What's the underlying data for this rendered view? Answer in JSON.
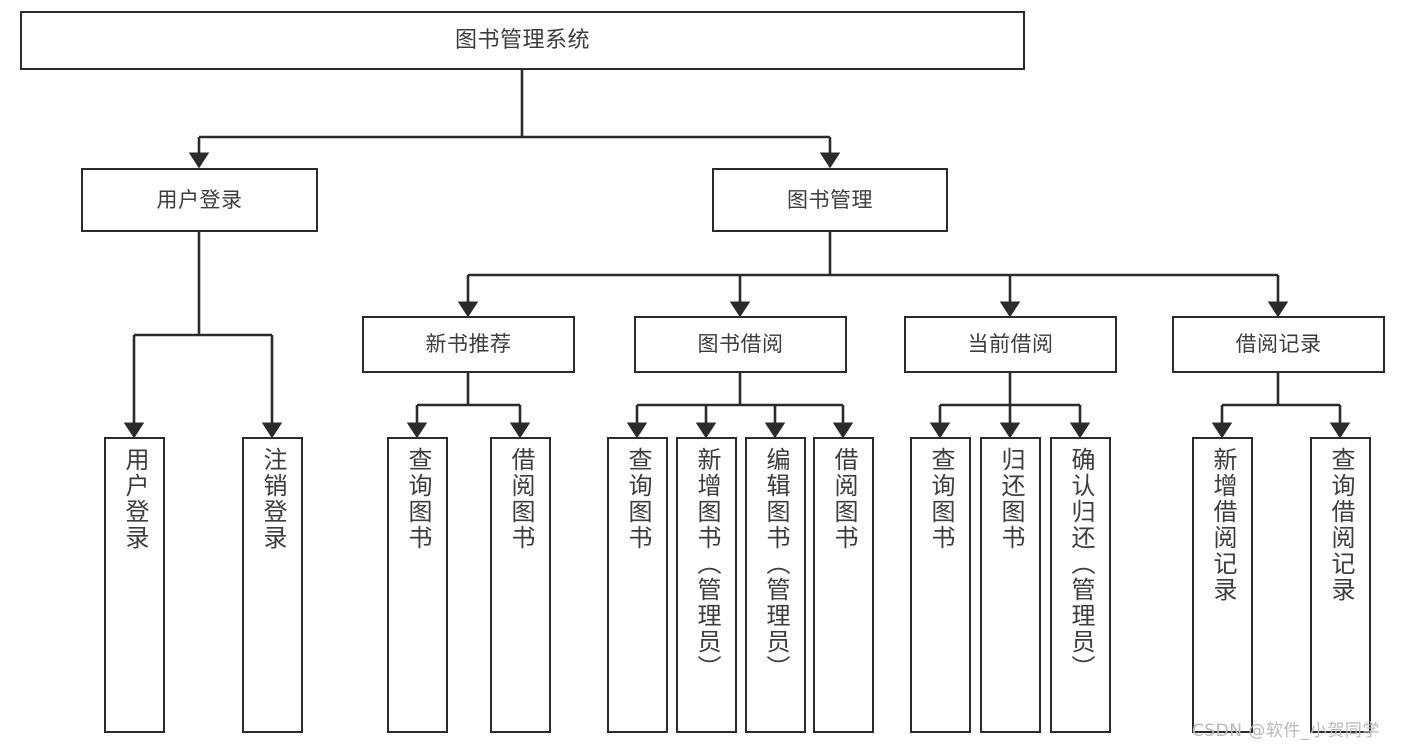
{
  "diagram": {
    "title": "图书管理系统",
    "watermark": "CSDN @软件_小贺同学",
    "colors": {
      "border": "#2b2b2b",
      "text": "#3d3d3d",
      "line": "#2b2b2b",
      "background": "#ffffff",
      "watermark": "#b9b9b9"
    },
    "root": {
      "label": "图书管理系统"
    },
    "level2": [
      {
        "label": "用户登录"
      },
      {
        "label": "图书管理"
      }
    ],
    "level3": [
      {
        "label": "新书推荐"
      },
      {
        "label": "图书借阅"
      },
      {
        "label": "当前借阅"
      },
      {
        "label": "借阅记录"
      }
    ],
    "leaves": {
      "user_login": [
        {
          "label": "用户登录"
        },
        {
          "label": "注销登录"
        }
      ],
      "new_books": [
        {
          "label": "查询图书"
        },
        {
          "label": "借阅图书"
        }
      ],
      "book_borrow": [
        {
          "label": "查询图书"
        },
        {
          "label": "新增图书（管理员）"
        },
        {
          "label": "编辑图书（管理员）"
        },
        {
          "label": "借阅图书"
        }
      ],
      "current_borrow": [
        {
          "label": "查询图书"
        },
        {
          "label": "归还图书"
        },
        {
          "label": "确认归还（管理员）"
        }
      ],
      "borrow_records": [
        {
          "label": "新增借阅记录"
        },
        {
          "label": "查询借阅记录"
        }
      ]
    }
  }
}
